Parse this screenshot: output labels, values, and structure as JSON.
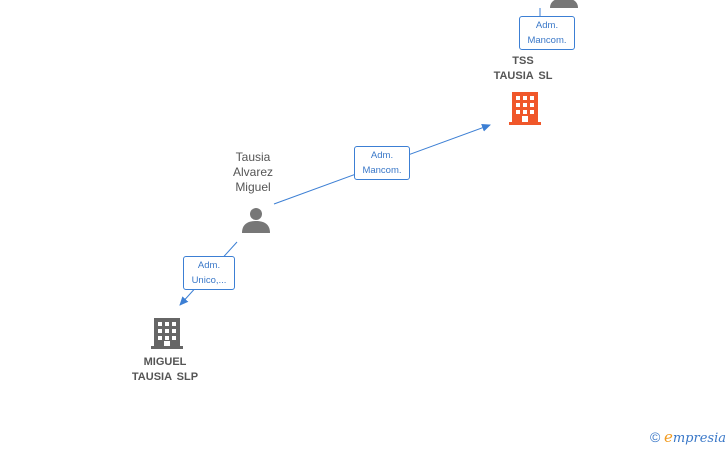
{
  "nodes": {
    "person": {
      "name": "Tausia\nAlvarez\nMiguel",
      "icon": "person-icon"
    },
    "company_top": {
      "name": "TSS\nTAUSIA SL",
      "icon": "building-icon",
      "color": "#f0572a"
    },
    "company_bottom": {
      "name": "MIGUEL\nTAUSIA SLP",
      "icon": "building-icon",
      "color": "#666666"
    },
    "partial_top": {
      "icon": "person-icon"
    }
  },
  "edges": {
    "person_to_top": {
      "label": "Adm.\nMancom."
    },
    "person_to_bottom": {
      "label": "Adm.\nUnico,..."
    },
    "partial_to_top": {
      "label": "Adm.\nMancom."
    }
  },
  "colors": {
    "edge": "#3c7fd4",
    "person": "#777777"
  },
  "footer": {
    "copyright": "©",
    "brand_first": "e",
    "brand_rest": "mpresia"
  }
}
